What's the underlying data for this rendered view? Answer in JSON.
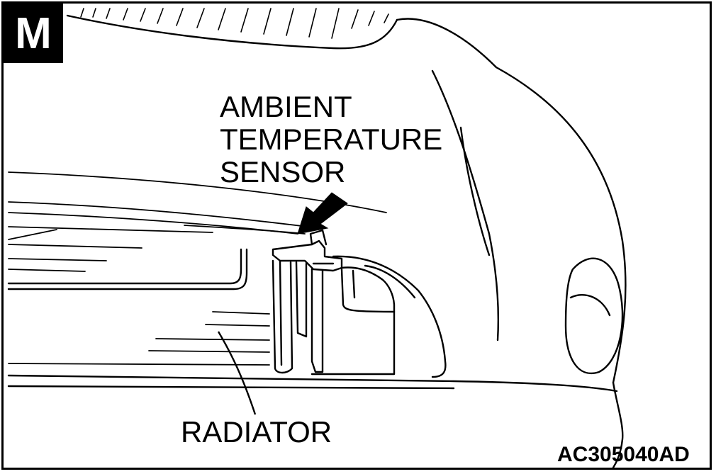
{
  "badge": "M",
  "labels": {
    "sensor_line1": "AMBIENT",
    "sensor_line2": "TEMPERATURE",
    "sensor_line3": "SENSOR",
    "radiator": "RADIATOR"
  },
  "figure_code": "AC305040AD"
}
